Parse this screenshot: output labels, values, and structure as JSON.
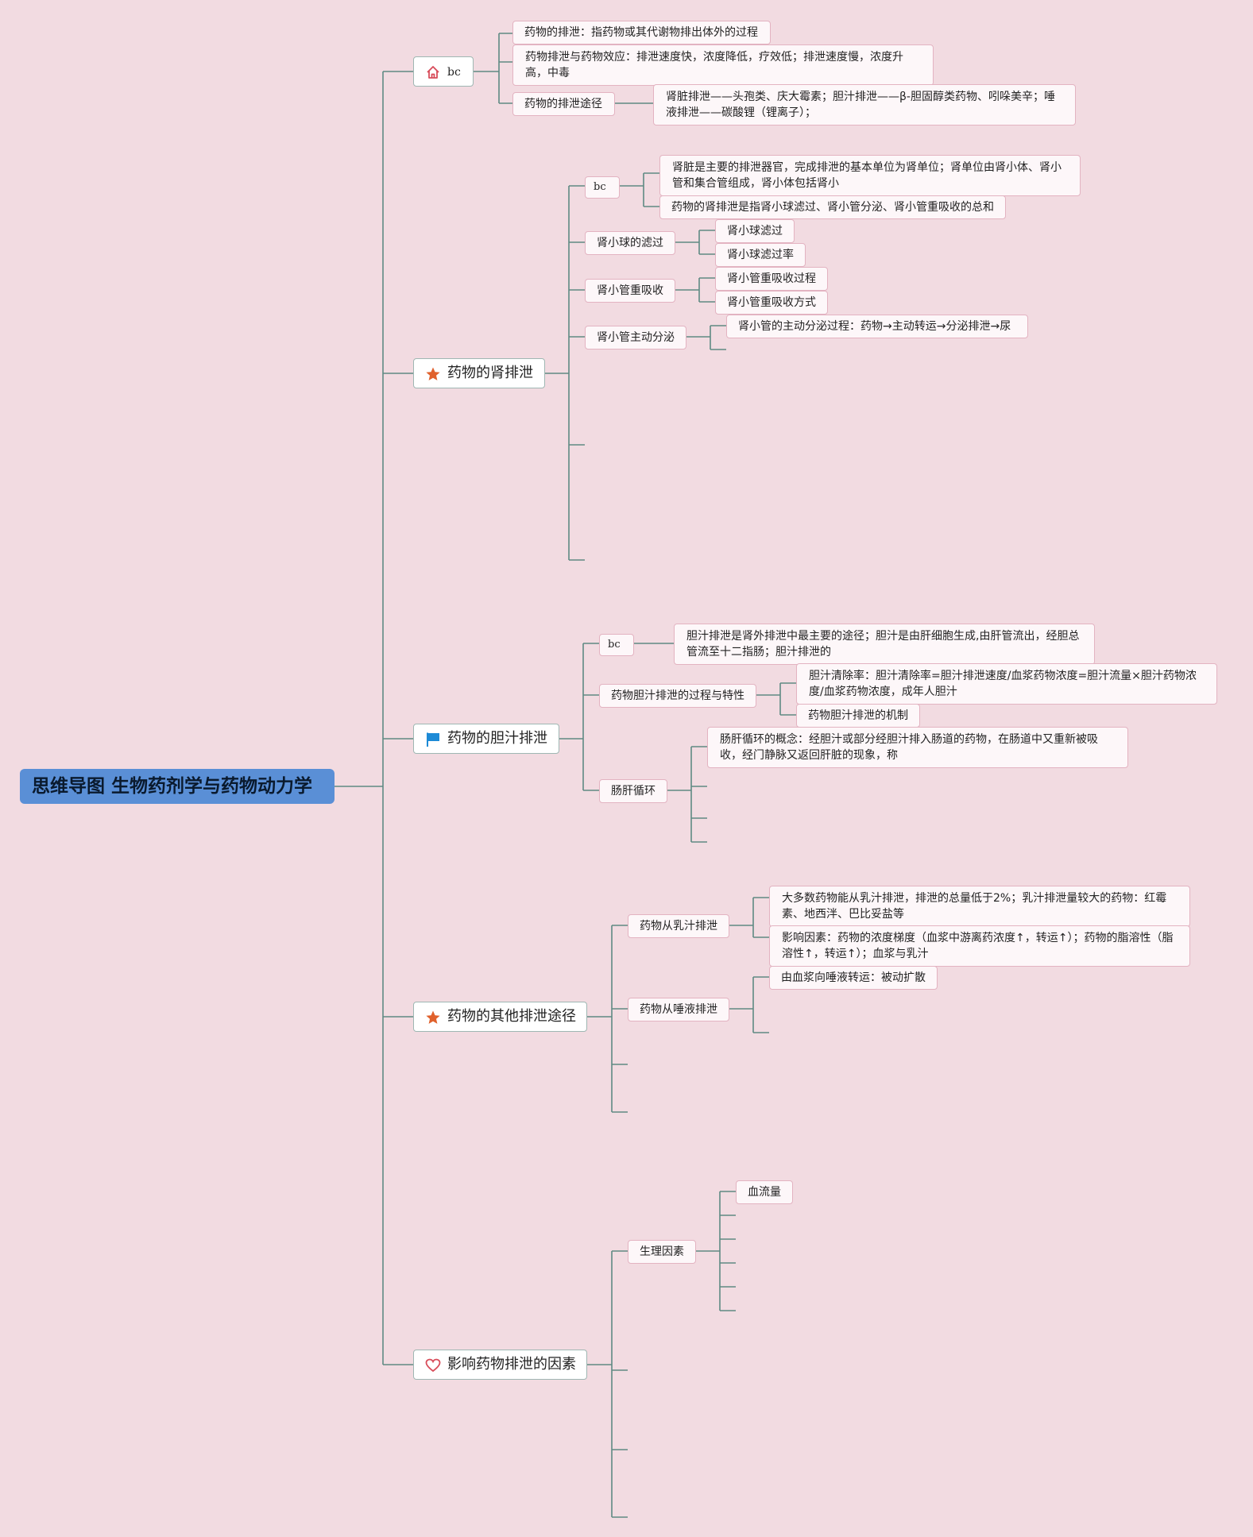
{
  "root": {
    "title": "思维导图 生物药剂学与药物动力学"
  },
  "branches": [
    {
      "label": "bc",
      "icon": "home-icon",
      "children": [
        {
          "text": "药物的排泄：指药物或其代谢物排出体外的过程"
        },
        {
          "text": "药物排泄与药物效应：排泄速度快，浓度降低，疗效低；排泄速度慢，浓度升高，中毒"
        },
        {
          "label": "药物的排泄途径",
          "detail": "肾脏排泄——头孢类、庆大霉素；胆汁排泄——β-胆固醇类药物、吲哚美辛；唾液排泄——碳酸锂（锂离子）；"
        }
      ]
    },
    {
      "label": "药物的肾排泄",
      "icon": "star-icon",
      "children": [
        {
          "label": "bc",
          "items": [
            "肾脏是主要的排泄器官，完成排泄的基本单位为肾单位；肾单位由肾小体、肾小管和集合管组成，肾小体包括肾小",
            "药物的肾排泄是指肾小球滤过、肾小管分泌、肾小管重吸收的总和"
          ]
        },
        {
          "label": "肾小球的滤过",
          "items": [
            "肾小球滤过",
            "肾小球滤过率"
          ]
        },
        {
          "label": "肾小管重吸收",
          "items": [
            "肾小管重吸收过程",
            "肾小管重吸收方式"
          ]
        },
        {
          "label": "肾小管主动分泌",
          "items": [
            "肾小管的主动分泌过程：药物→主动转运→分泌排泄→尿"
          ]
        }
      ]
    },
    {
      "label": "药物的胆汁排泄",
      "icon": "flag-icon",
      "children": [
        {
          "label": "bc",
          "items": [
            "胆汁排泄是肾外排泄中最主要的途径；胆汁是由肝细胞生成,由肝管流出，经胆总管流至十二指肠；胆汁排泄的"
          ]
        },
        {
          "label": "药物胆汁排泄的过程与特性",
          "items": [
            "胆汁清除率：胆汁清除率=胆汁排泄速度/血浆药物浓度=胆汁流量×胆汁药物浓度/血浆药物浓度，成年人胆汁",
            "药物胆汁排泄的机制"
          ]
        },
        {
          "label": "肠肝循环",
          "items": [
            "肠肝循环的概念：经胆汁或部分经胆汁排入肠道的药物，在肠道中又重新被吸收，经门静脉又返回肝脏的现象，称"
          ]
        }
      ]
    },
    {
      "label": "药物的其他排泄途径",
      "icon": "star-icon",
      "children": [
        {
          "label": "药物从乳汁排泄",
          "items": [
            "大多数药物能从乳汁排泄，排泄的总量低于2%；乳汁排泄量较大的药物：红霉素、地西泮、巴比妥盐等",
            "影响因素：药物的浓度梯度（血浆中游离药浓度↑，转运↑）；药物的脂溶性（脂溶性↑，转运↑）；血浆与乳汁"
          ]
        },
        {
          "label": "药物从唾液排泄",
          "items": [
            "由血浆向唾液转运：被动扩散"
          ]
        }
      ]
    },
    {
      "label": "影响药物排泄的因素",
      "icon": "heart-icon",
      "children": [
        {
          "label": "生理因素",
          "items": [
            "血流量"
          ]
        }
      ]
    }
  ],
  "colors": {
    "background": "#f2dbe1",
    "root": "#5a8fd6",
    "connector": "#5f8a83",
    "node_border": "#e3b3c1",
    "star": "#e0612c",
    "flag": "#1d8ad6",
    "heart": "#d84c5a"
  }
}
